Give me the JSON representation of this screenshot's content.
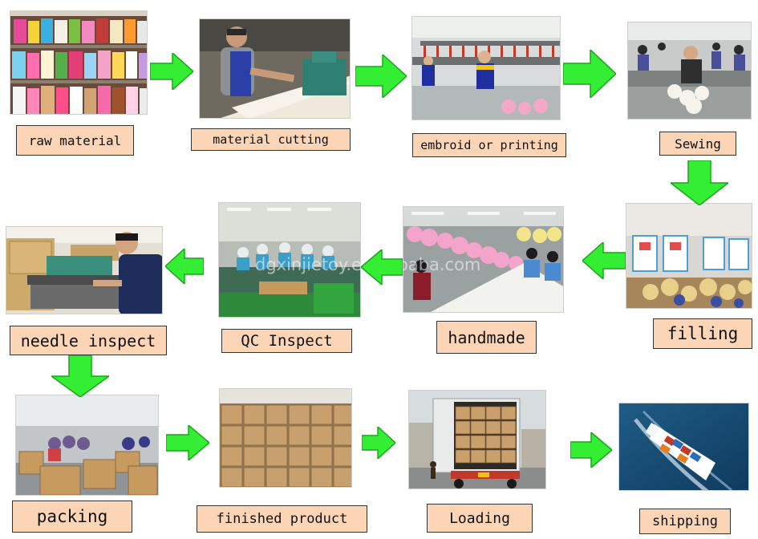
{
  "steps": [
    {
      "label": "raw material"
    },
    {
      "label": "material cutting"
    },
    {
      "label": "embroid or printing"
    },
    {
      "label": "Sewing"
    },
    {
      "label": "filling"
    },
    {
      "label": "handmade"
    },
    {
      "label": "QC Inspect"
    },
    {
      "label": "needle inspect"
    },
    {
      "label": "packing"
    },
    {
      "label": "finished product"
    },
    {
      "label": "Loading"
    },
    {
      "label": "shipping"
    }
  ],
  "watermark": "dgxinjietoy.en.alibaba.com",
  "colors": {
    "label_bg": "#fbd5b5",
    "arrow": "#33ee33",
    "arrow_edge": "#1fa31f"
  }
}
